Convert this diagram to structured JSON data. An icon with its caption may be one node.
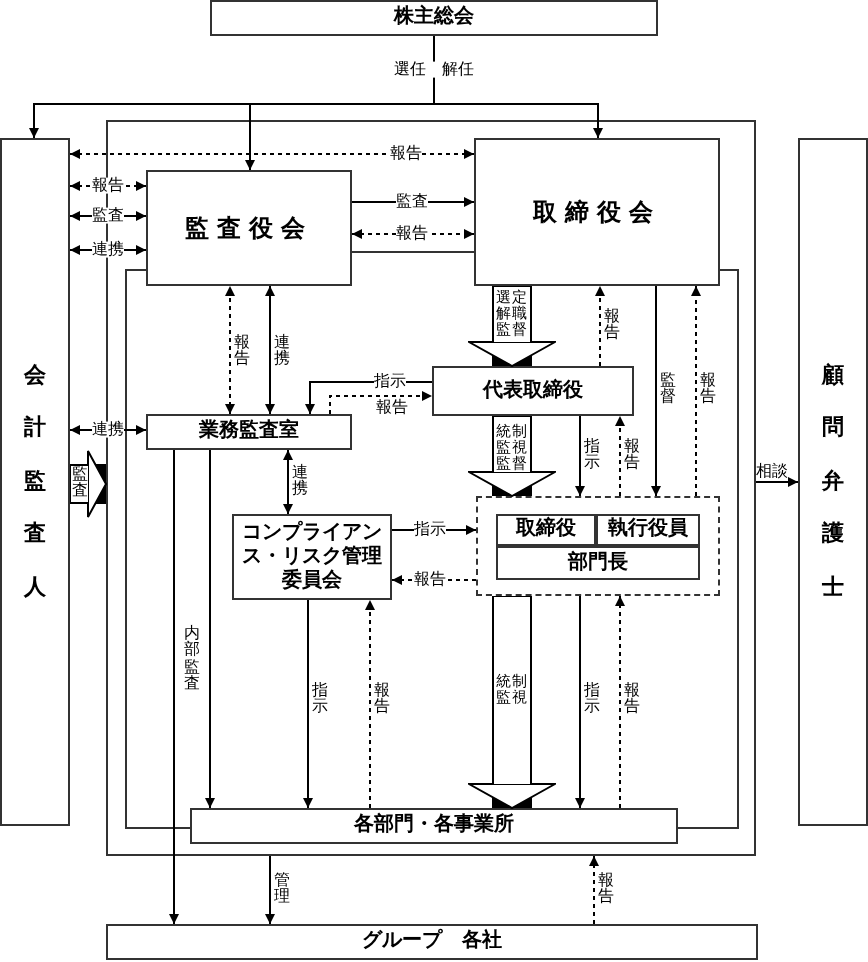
{
  "diagram": {
    "nodes": [
      {
        "text": [
          "株主総会"
        ]
      },
      {
        "text": [
          "会計監査人"
        ]
      },
      {
        "text": [],
        "shape": "box"
      },
      {
        "text": [
          "監査役会"
        ],
        "in": 2
      },
      {
        "text": [
          "取締役会"
        ],
        "in": 2
      },
      {
        "text": [
          "代表取締役"
        ],
        "in": 2
      },
      {
        "text": [
          "業務監査室"
        ],
        "in": 2
      },
      {
        "text": [
          "コンプライアンス・リスク管理委員会"
        ],
        "in": 2
      },
      {
        "text": [],
        "shape": "box",
        "in": 2
      },
      {
        "text": [
          "取締役"
        ],
        "in": 8
      },
      {
        "text": [
          "執行役員"
        ],
        "in": 8
      },
      {
        "text": [
          "部門長"
        ],
        "in": 8
      },
      {
        "text": [
          "各部門・各事業所"
        ],
        "in": 2
      },
      {
        "text": [
          "顧問弁護士"
        ]
      },
      {
        "text": [
          "グループ　各社"
        ]
      }
    ],
    "edges": [
      {
        "from": 0,
        "to": 1,
        "arrow": "to",
        "label": "選任　解任"
      },
      {
        "from": 0,
        "to": 3,
        "arrow": "to"
      },
      {
        "from": 0,
        "to": 4,
        "arrow": "to"
      },
      {
        "from": 4,
        "to": 1,
        "arrow": "both",
        "label": "報告",
        "style": "dashed"
      },
      {
        "from": 3,
        "to": 1,
        "arrow": "both",
        "label": "報告",
        "style": "dashed"
      },
      {
        "from": 3,
        "to": 1,
        "arrow": "both",
        "label": "監査"
      },
      {
        "from": 3,
        "to": 1,
        "arrow": "both",
        "label": "連携"
      },
      {
        "from": 3,
        "to": 4,
        "arrow": "to",
        "label": "監査"
      },
      {
        "from": 3,
        "to": 4,
        "arrow": "both",
        "label": "報告",
        "style": "dashed"
      },
      {
        "from": 6,
        "to": 3,
        "arrow": "both",
        "label": "報告",
        "style": "dashed"
      },
      {
        "from": 6,
        "to": 3,
        "arrow": "both",
        "label": "連携"
      },
      {
        "from": 4,
        "to": 5,
        "arrow": "to",
        "label": "選定解職監督",
        "style": "thick"
      },
      {
        "from": 5,
        "to": 4,
        "arrow": "to",
        "label": "報告",
        "style": "dashed"
      },
      {
        "from": 4,
        "to": 8,
        "arrow": "to",
        "label": "監督"
      },
      {
        "from": 8,
        "to": 4,
        "arrow": "to",
        "label": "報告",
        "style": "dashed"
      },
      {
        "from": 5,
        "to": 6,
        "arrow": "to",
        "label": "指示"
      },
      {
        "from": 6,
        "to": 5,
        "arrow": "to",
        "label": "報告",
        "style": "dashed"
      },
      {
        "from": 1,
        "to": 6,
        "arrow": "both",
        "label": "連携"
      },
      {
        "from": 1,
        "to": 2,
        "arrow": "to",
        "label": "監査",
        "style": "thick"
      },
      {
        "from": 6,
        "to": 7,
        "arrow": "both",
        "label": "連携"
      },
      {
        "from": 5,
        "to": 8,
        "arrow": "to",
        "label": "統制監視監督",
        "style": "thick"
      },
      {
        "from": 5,
        "to": 8,
        "arrow": "to",
        "label": "指示"
      },
      {
        "from": 8,
        "to": 5,
        "arrow": "to",
        "label": "報告",
        "style": "dashed"
      },
      {
        "from": 7,
        "to": 8,
        "arrow": "to",
        "label": "指示"
      },
      {
        "from": 8,
        "to": 7,
        "arrow": "to",
        "label": "報告",
        "style": "dashed"
      },
      {
        "from": 2,
        "to": 13,
        "arrow": "to",
        "label": "相談"
      },
      {
        "from": 6,
        "to": 12,
        "arrow": "to",
        "label": "内部監査"
      },
      {
        "from": 6,
        "to": 14,
        "arrow": "to"
      },
      {
        "from": 7,
        "to": 12,
        "arrow": "to",
        "label": "指示"
      },
      {
        "from": 12,
        "to": 7,
        "arrow": "to",
        "label": "報告",
        "style": "dashed"
      },
      {
        "from": 8,
        "to": 12,
        "arrow": "to",
        "label": "統制監視",
        "style": "thick"
      },
      {
        "from": 8,
        "to": 12,
        "arrow": "to",
        "label": "指示"
      },
      {
        "from": 12,
        "to": 8,
        "arrow": "to",
        "label": "報告",
        "style": "dashed"
      },
      {
        "from": 2,
        "to": 14,
        "arrow": "to",
        "label": "管理"
      },
      {
        "from": 14,
        "to": 2,
        "arrow": "to",
        "label": "報告",
        "style": "dashed"
      }
    ]
  }
}
